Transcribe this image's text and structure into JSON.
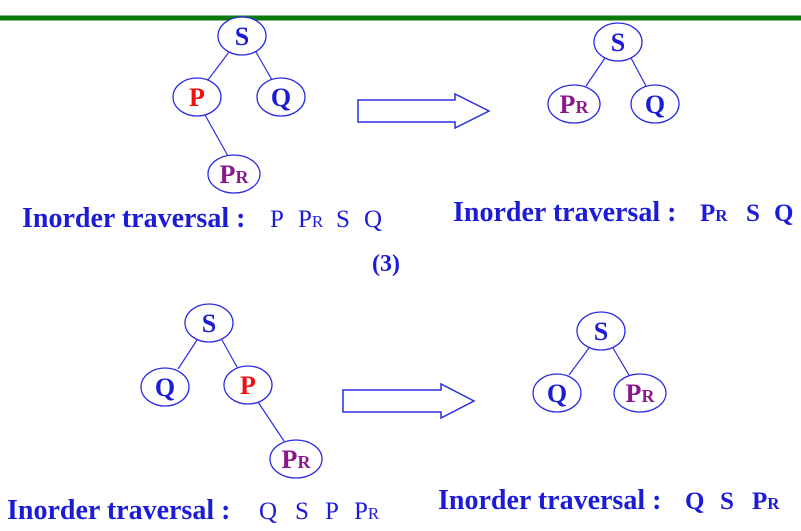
{
  "colors": {
    "accent_line": "#0b7a0b",
    "blue": "#1c1cd6",
    "red": "#f01010",
    "purple": "#8a1a8a",
    "outline": "#2d2de0"
  },
  "arrow_icon": "right-arrow-outline-icon",
  "before_top": {
    "root": "S",
    "left": "P",
    "right": "Q",
    "left_child": {
      "main": "P",
      "small": "R"
    },
    "caption": {
      "label": "Inorder traversal :",
      "tokens": [
        "P",
        {
          "main": "P",
          "small": "R"
        },
        "S",
        "Q"
      ]
    }
  },
  "after_top": {
    "root": "S",
    "left": {
      "main": "P",
      "small": "R"
    },
    "right": "Q",
    "caption": {
      "label": "Inorder traversal :",
      "tokens": [
        {
          "main": "P",
          "small": "R"
        },
        "S",
        "Q"
      ]
    }
  },
  "step_label": "(3)",
  "before_bottom": {
    "root": "S",
    "left": "Q",
    "right": "P",
    "right_child": {
      "main": "P",
      "small": "R"
    },
    "caption": {
      "label": "Inorder traversal :",
      "tokens": [
        "Q",
        "S",
        "P",
        {
          "main": "P",
          "small": "R"
        }
      ]
    }
  },
  "after_bottom": {
    "root": "S",
    "left": "Q",
    "right": {
      "main": "P",
      "small": "R"
    },
    "caption": {
      "label": "Inorder traversal :",
      "tokens": [
        "Q",
        "S",
        {
          "main": "P",
          "small": "R"
        }
      ]
    }
  }
}
